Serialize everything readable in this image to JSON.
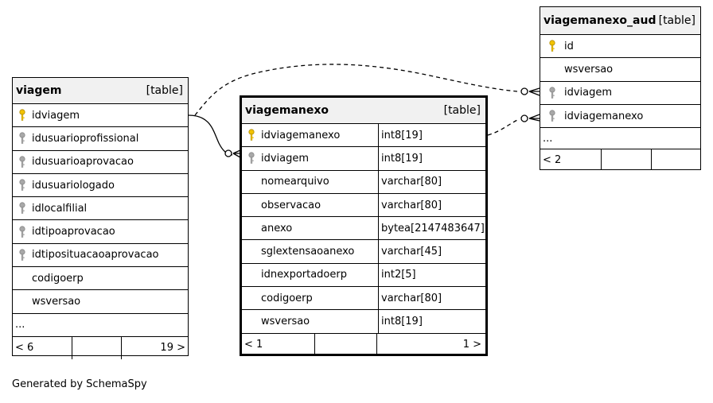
{
  "footer_text": "Generated by SchemaSpy",
  "key_colors": {
    "primary": "#f2c200",
    "foreign": "#a8a8a8"
  },
  "viagem": {
    "name": "viagem",
    "kind": "[table]",
    "columns": [
      {
        "name": "idviagem",
        "key": "primary"
      },
      {
        "name": "idusuarioprofissional",
        "key": "foreign"
      },
      {
        "name": "idusuarioaprovacao",
        "key": "foreign"
      },
      {
        "name": "idusuariologado",
        "key": "foreign"
      },
      {
        "name": "idlocalfilial",
        "key": "foreign"
      },
      {
        "name": "idtipoaprovacao",
        "key": "foreign"
      },
      {
        "name": "idtiposituacaoaprovacao",
        "key": "foreign"
      },
      {
        "name": "codigoerp",
        "key": "none"
      },
      {
        "name": "wsversao",
        "key": "none"
      }
    ],
    "ellipsis": "...",
    "footer_left": "< 6",
    "footer_right": "19 >"
  },
  "viagemanexo": {
    "name": "viagemanexo",
    "kind": "[table]",
    "columns": [
      {
        "name": "idviagemanexo",
        "type": "int8[19]",
        "key": "primary"
      },
      {
        "name": "idviagem",
        "type": "int8[19]",
        "key": "foreign"
      },
      {
        "name": "nomearquivo",
        "type": "varchar[80]",
        "key": "none"
      },
      {
        "name": "observacao",
        "type": "varchar[80]",
        "key": "none"
      },
      {
        "name": "anexo",
        "type": "bytea[2147483647]",
        "key": "none"
      },
      {
        "name": "sglextensaoanexo",
        "type": "varchar[45]",
        "key": "none"
      },
      {
        "name": "idnexportadoerp",
        "type": "int2[5]",
        "key": "none"
      },
      {
        "name": "codigoerp",
        "type": "varchar[80]",
        "key": "none"
      },
      {
        "name": "wsversao",
        "type": "int8[19]",
        "key": "none"
      }
    ],
    "footer_left": "< 1",
    "footer_right": "1 >"
  },
  "viagemanexo_aud": {
    "name": "viagemanexo_aud",
    "kind": "[table]",
    "columns": [
      {
        "name": "id",
        "key": "primary"
      },
      {
        "name": "wsversao",
        "key": "none"
      },
      {
        "name": "idviagem",
        "key": "foreign"
      },
      {
        "name": "idviagemanexo",
        "key": "foreign"
      }
    ],
    "ellipsis": "...",
    "footer_left": "< 2"
  }
}
